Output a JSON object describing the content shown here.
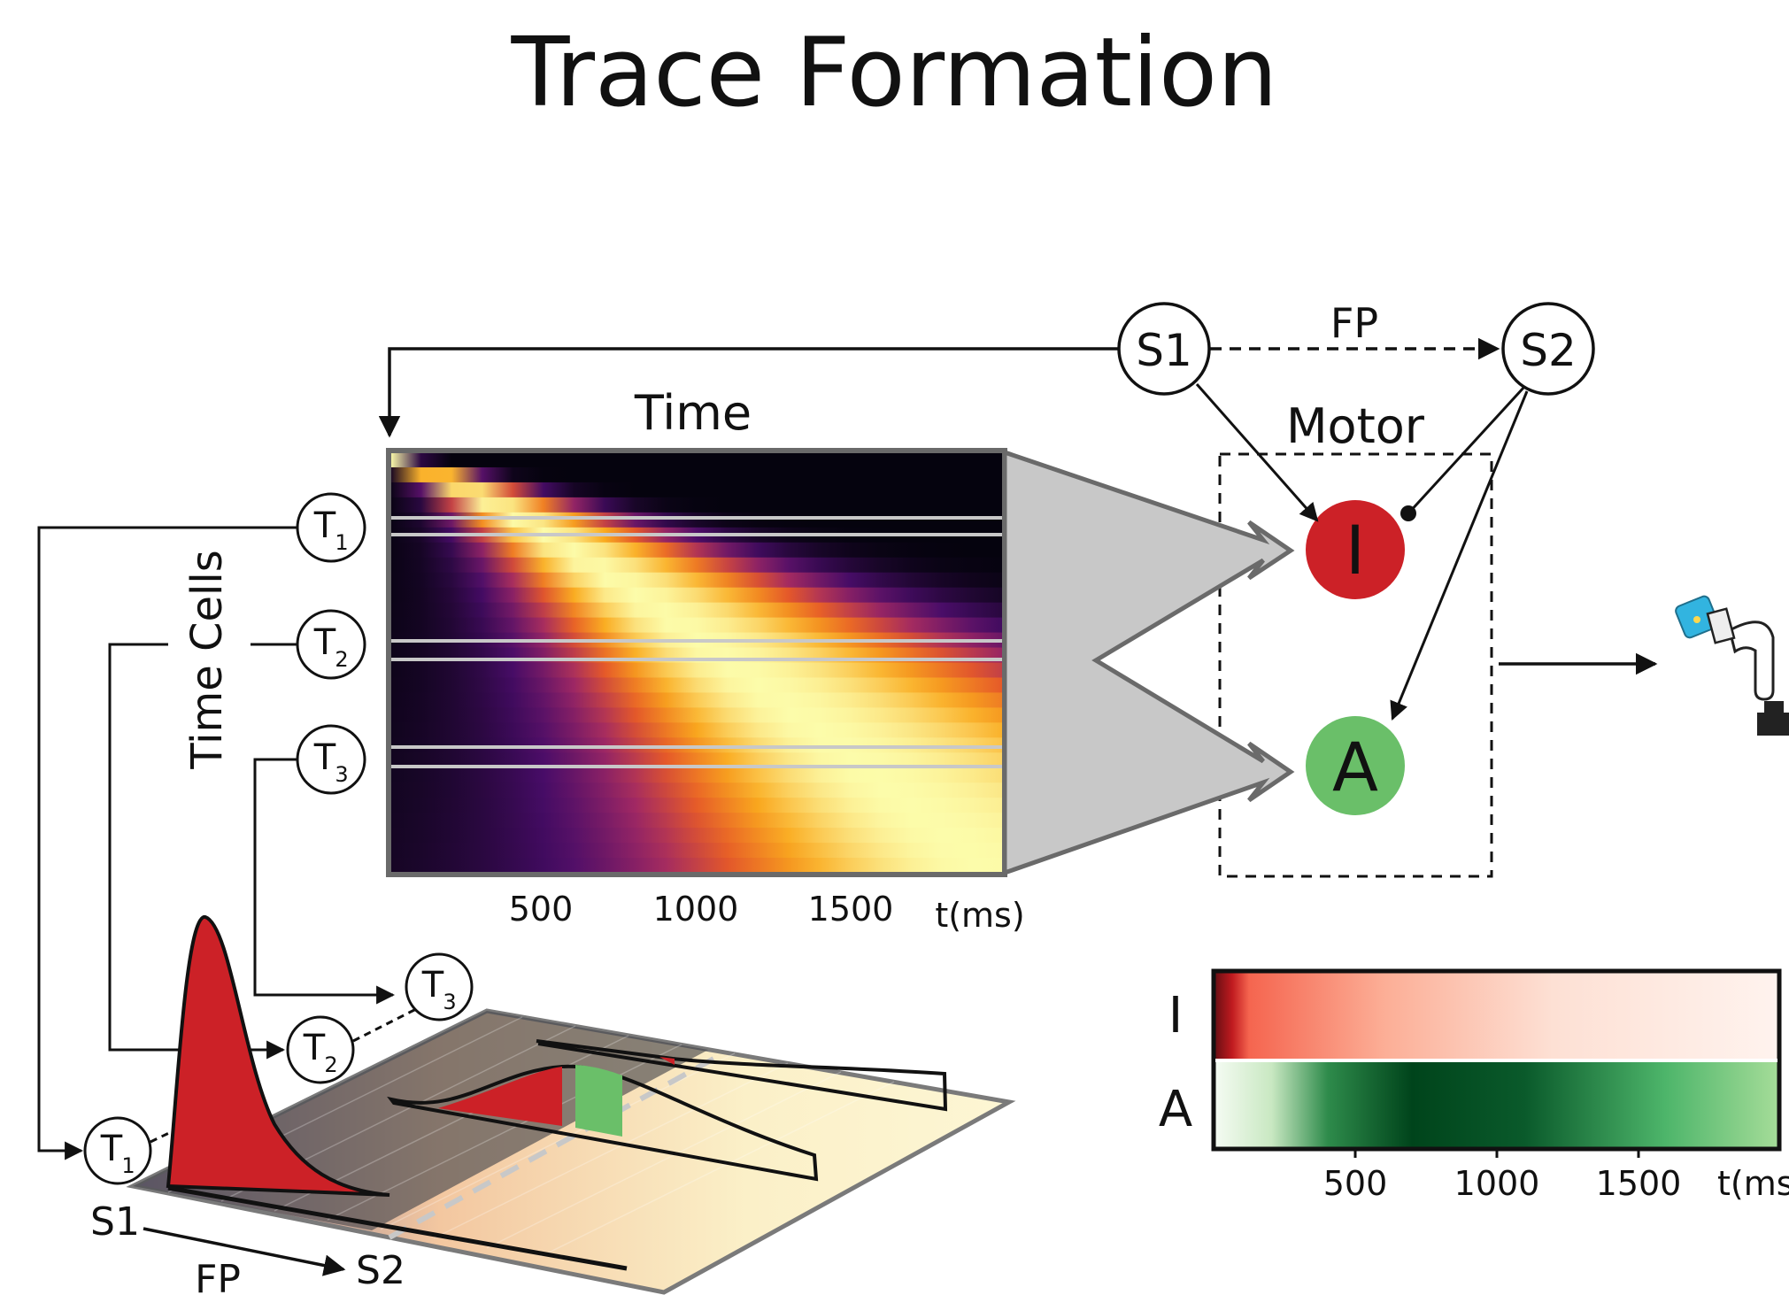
{
  "title": "Trace Formation",
  "nodes": {
    "s1": "S1",
    "s2": "S2",
    "fp": "FP",
    "motor": "Motor",
    "inhibit": "I",
    "activate": "A",
    "time": "Time",
    "time_cells": "Time Cells",
    "t_letter": "T",
    "t1_sub": "1",
    "t2_sub": "2",
    "t3_sub": "3"
  },
  "heatmap": {
    "x_ticks": [
      "500",
      "1000",
      "1500"
    ],
    "x_unit": "t(ms)"
  },
  "motor_output": {
    "row_labels": [
      "I",
      "A"
    ],
    "x_ticks": [
      "500",
      "1000",
      "1500"
    ],
    "x_unit": "t(ms)"
  },
  "surface": {
    "start": "S1",
    "end": "S2",
    "interval": "FP"
  },
  "colors": {
    "inhibit": "#cc2127",
    "activate": "#6abf69",
    "arrow_fill": "#c8c8c8",
    "lever": "#32b4e0"
  }
}
